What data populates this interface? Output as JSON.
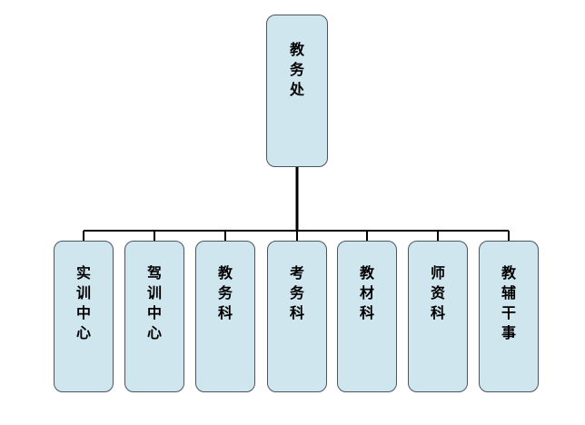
{
  "diagram": {
    "root": {
      "label": [
        "教",
        "务",
        "处"
      ]
    },
    "children": [
      {
        "label": [
          "实",
          "训",
          "中",
          "心"
        ]
      },
      {
        "label": [
          "驾",
          "训",
          "中",
          "心"
        ]
      },
      {
        "label": [
          "教",
          "务",
          "科"
        ]
      },
      {
        "label": [
          "考",
          "务",
          "科"
        ]
      },
      {
        "label": [
          "教",
          "材",
          "科"
        ]
      },
      {
        "label": [
          "师",
          "资",
          "科"
        ]
      },
      {
        "label": [
          "教",
          "辅",
          "干",
          "事"
        ]
      }
    ],
    "colors": {
      "node_fill": "#cfe6ef",
      "node_border": "#4a5560",
      "connector": "#000000"
    }
  }
}
